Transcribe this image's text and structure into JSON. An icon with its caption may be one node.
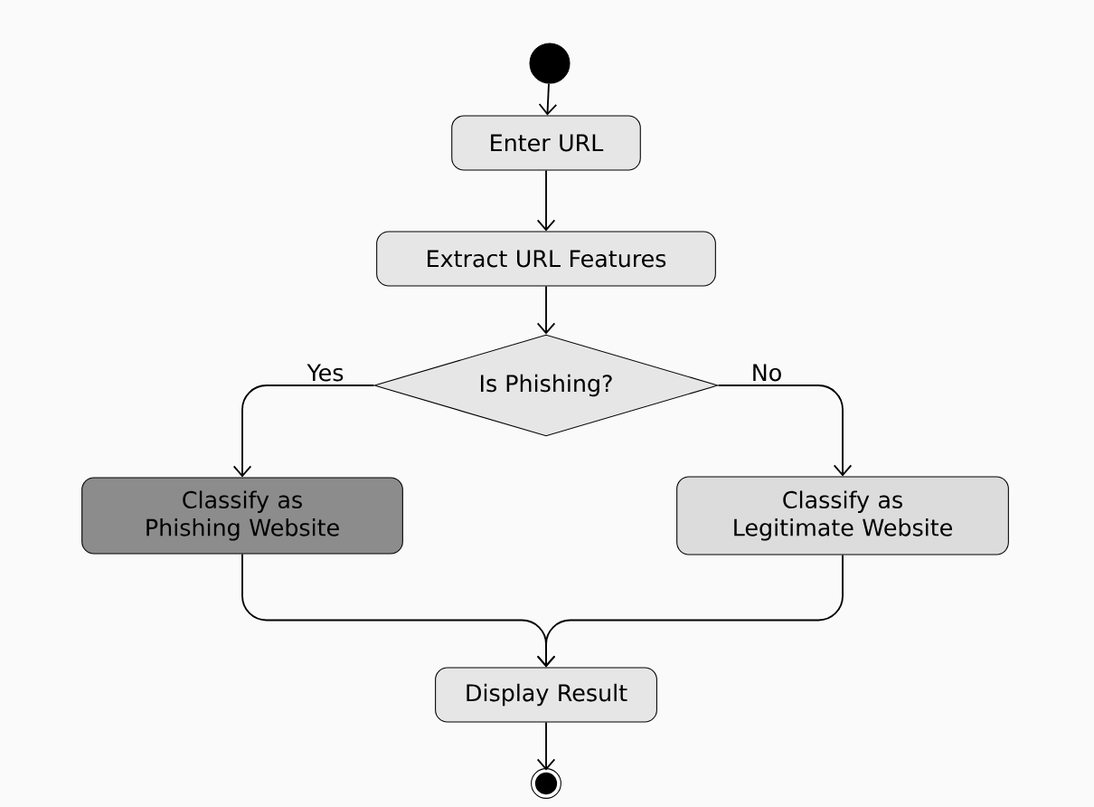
{
  "diagram": {
    "nodes": [
      {
        "text": [],
        "shape": "circle"
      },
      {
        "text": [
          "Enter URL"
        ]
      },
      {
        "text": [
          "Extract URL Features"
        ]
      },
      {
        "text": [
          "Is Phishing?"
        ]
      },
      {
        "text": [
          "Classify as Phishing Website"
        ]
      },
      {
        "text": [
          "Classify as Legitimate Website"
        ]
      },
      {
        "text": [
          "Display Result"
        ]
      },
      {
        "text": [],
        "shape": "circle"
      }
    ],
    "edges": [
      {
        "from": 0,
        "to": 1,
        "arrow": "to"
      },
      {
        "from": 1,
        "to": 2,
        "arrow": "to"
      },
      {
        "from": 2,
        "to": 3,
        "arrow": "to"
      },
      {
        "from": 3,
        "to": 4,
        "arrow": "to",
        "label": "Yes"
      },
      {
        "from": 3,
        "to": 5,
        "arrow": "to",
        "label": "No"
      },
      {
        "from": 4,
        "to": 6,
        "arrow": "to"
      },
      {
        "from": 5,
        "to": 6,
        "arrow": "to"
      },
      {
        "from": 6,
        "to": 7,
        "arrow": "to"
      }
    ]
  }
}
